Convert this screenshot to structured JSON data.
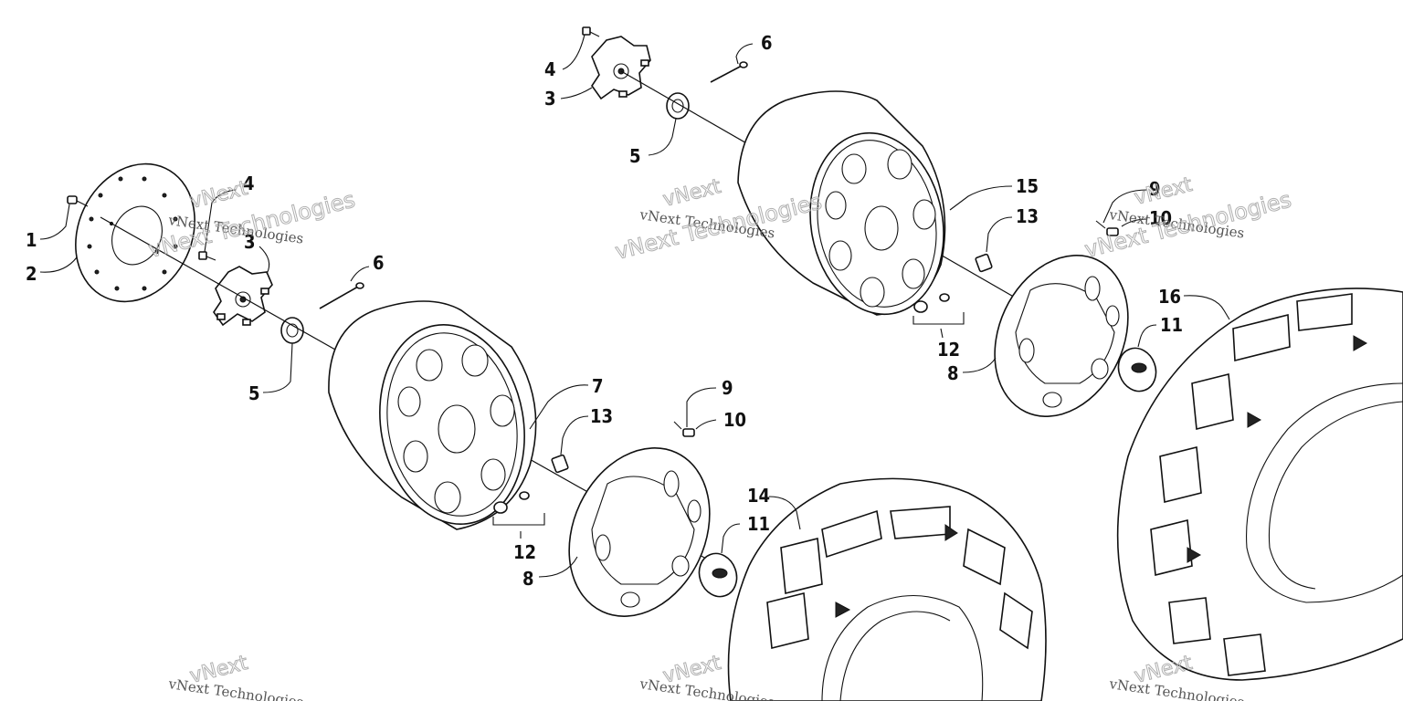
{
  "callouts": [
    {
      "id": "c1",
      "label": "1"
    },
    {
      "id": "c2",
      "label": "2"
    },
    {
      "id": "c3a",
      "label": "3"
    },
    {
      "id": "c4a",
      "label": "4"
    },
    {
      "id": "c5a",
      "label": "5"
    },
    {
      "id": "c6a",
      "label": "6"
    },
    {
      "id": "c3b",
      "label": "3"
    },
    {
      "id": "c4b",
      "label": "4"
    },
    {
      "id": "c5b",
      "label": "5"
    },
    {
      "id": "c6b",
      "label": "6"
    },
    {
      "id": "c7",
      "label": "7"
    },
    {
      "id": "c8a",
      "label": "8"
    },
    {
      "id": "c8b",
      "label": "8"
    },
    {
      "id": "c9a",
      "label": "9"
    },
    {
      "id": "c9b",
      "label": "9"
    },
    {
      "id": "c10a",
      "label": "10"
    },
    {
      "id": "c10b",
      "label": "10"
    },
    {
      "id": "c11a",
      "label": "11"
    },
    {
      "id": "c11b",
      "label": "11"
    },
    {
      "id": "c12a",
      "label": "12"
    },
    {
      "id": "c12b",
      "label": "12"
    },
    {
      "id": "c13a",
      "label": "13"
    },
    {
      "id": "c13b",
      "label": "13"
    },
    {
      "id": "c14",
      "label": "14"
    },
    {
      "id": "c15",
      "label": "15"
    },
    {
      "id": "c16",
      "label": "16"
    }
  ],
  "watermark": {
    "line1": "vNext Technologies",
    "line2": "vNext Technologies",
    "short": "vNext"
  }
}
